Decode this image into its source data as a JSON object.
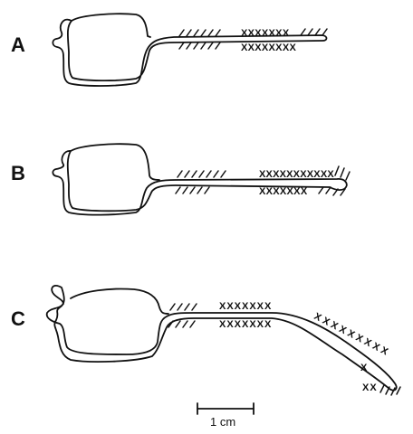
{
  "panels": [
    {
      "label": "A"
    },
    {
      "label": "B"
    },
    {
      "label": "C"
    }
  ],
  "scale_bar": {
    "label": "1 cm"
  },
  "colors": {
    "ink": "#111111",
    "background": "#ffffff"
  }
}
